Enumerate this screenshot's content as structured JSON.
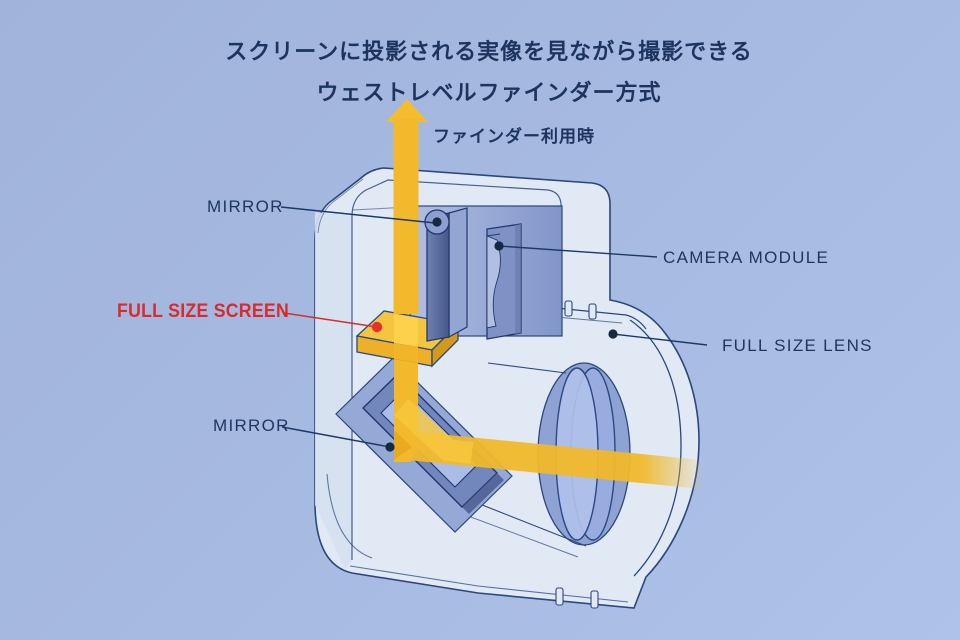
{
  "title": {
    "line1": "スクリーンに投影される実像を見ながら撮影できる",
    "line2": "ウェストレベルファインダー方式"
  },
  "beam": {
    "finder_mode_label": "ファインダー利用時",
    "direction": "light enters full size lens, reflects up off 45-degree mirror, passes through full size screen and exits top toward viewfinder"
  },
  "labels": {
    "mirror_top": "MIRROR",
    "camera_module": "CAMERA MODULE",
    "full_size_screen": "FULL SIZE SCREEN",
    "full_size_lens": "FULL SIZE LENS",
    "mirror_bottom": "MIRROR"
  },
  "colors": {
    "background": "#a6b9e1",
    "title_text": "#1c3560",
    "label_text": "#1e355f",
    "accent_red": "#da2a2b",
    "light_beam_yellow": "#f1b92b",
    "screen_yellow": "#f4c53e",
    "body_shell": "#e1e9f4",
    "interior_blue": "#8ea3d4",
    "outline_navy": "#2a4780"
  }
}
